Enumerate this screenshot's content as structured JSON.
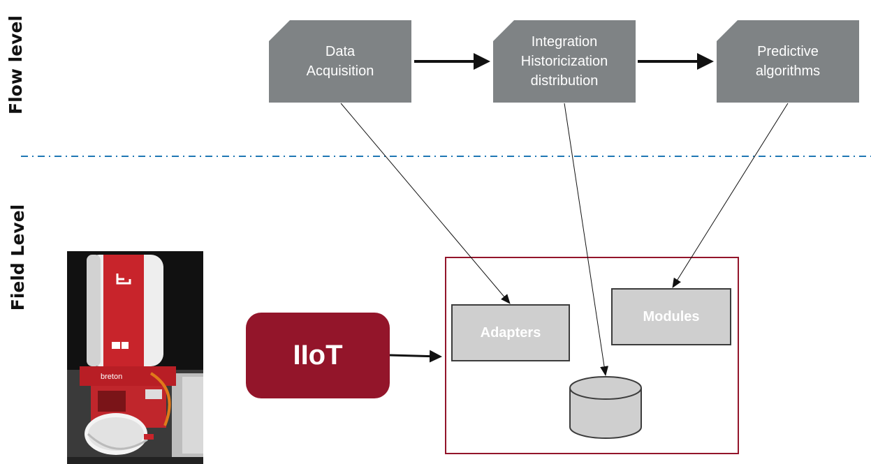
{
  "labels": {
    "flow_level": "Flow level",
    "field_level": "Field Level"
  },
  "flow": {
    "data_acquisition": "Data\nAcquisition",
    "integration": "Integration\nHistoricization\ndistribution",
    "predictive": "Predictive\nalgorithms"
  },
  "field": {
    "iiot": "IIoT",
    "adapters": "Adapters",
    "modules": "Modules"
  },
  "photo": {
    "brand_text": "breton"
  },
  "colors": {
    "process_box": "#7f8385",
    "accent": "#93152a",
    "component_box": "#cfcfcf",
    "divider": "#1f77b4"
  }
}
